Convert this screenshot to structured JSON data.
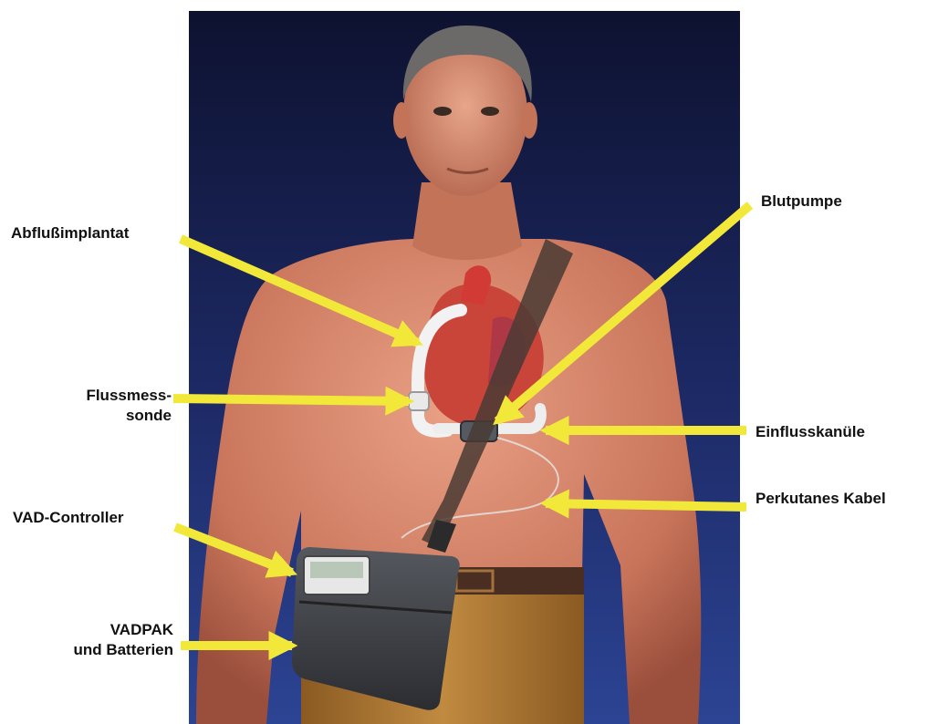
{
  "labels": {
    "abflussimplantat": "Abflußimplantat",
    "blutpumpe": "Blutpumpe",
    "flussmess_line1": "Flussmess-",
    "flussmess_line2": "sonde",
    "einflusskanuele": "Einflusskanüle",
    "perkutanes_kabel": "Perkutanes Kabel",
    "vad_controller": "VAD-Controller",
    "vadpak_line1": "VADPAK",
    "vadpak_line2": "und Batterien"
  },
  "colors": {
    "arrow": "#f2e83a",
    "backdrop_top": "#10142e",
    "backdrop_bottom": "#2a3f8a",
    "skin": "#d9876a",
    "pants": "#b07a32",
    "bag": "#3a3d42"
  }
}
